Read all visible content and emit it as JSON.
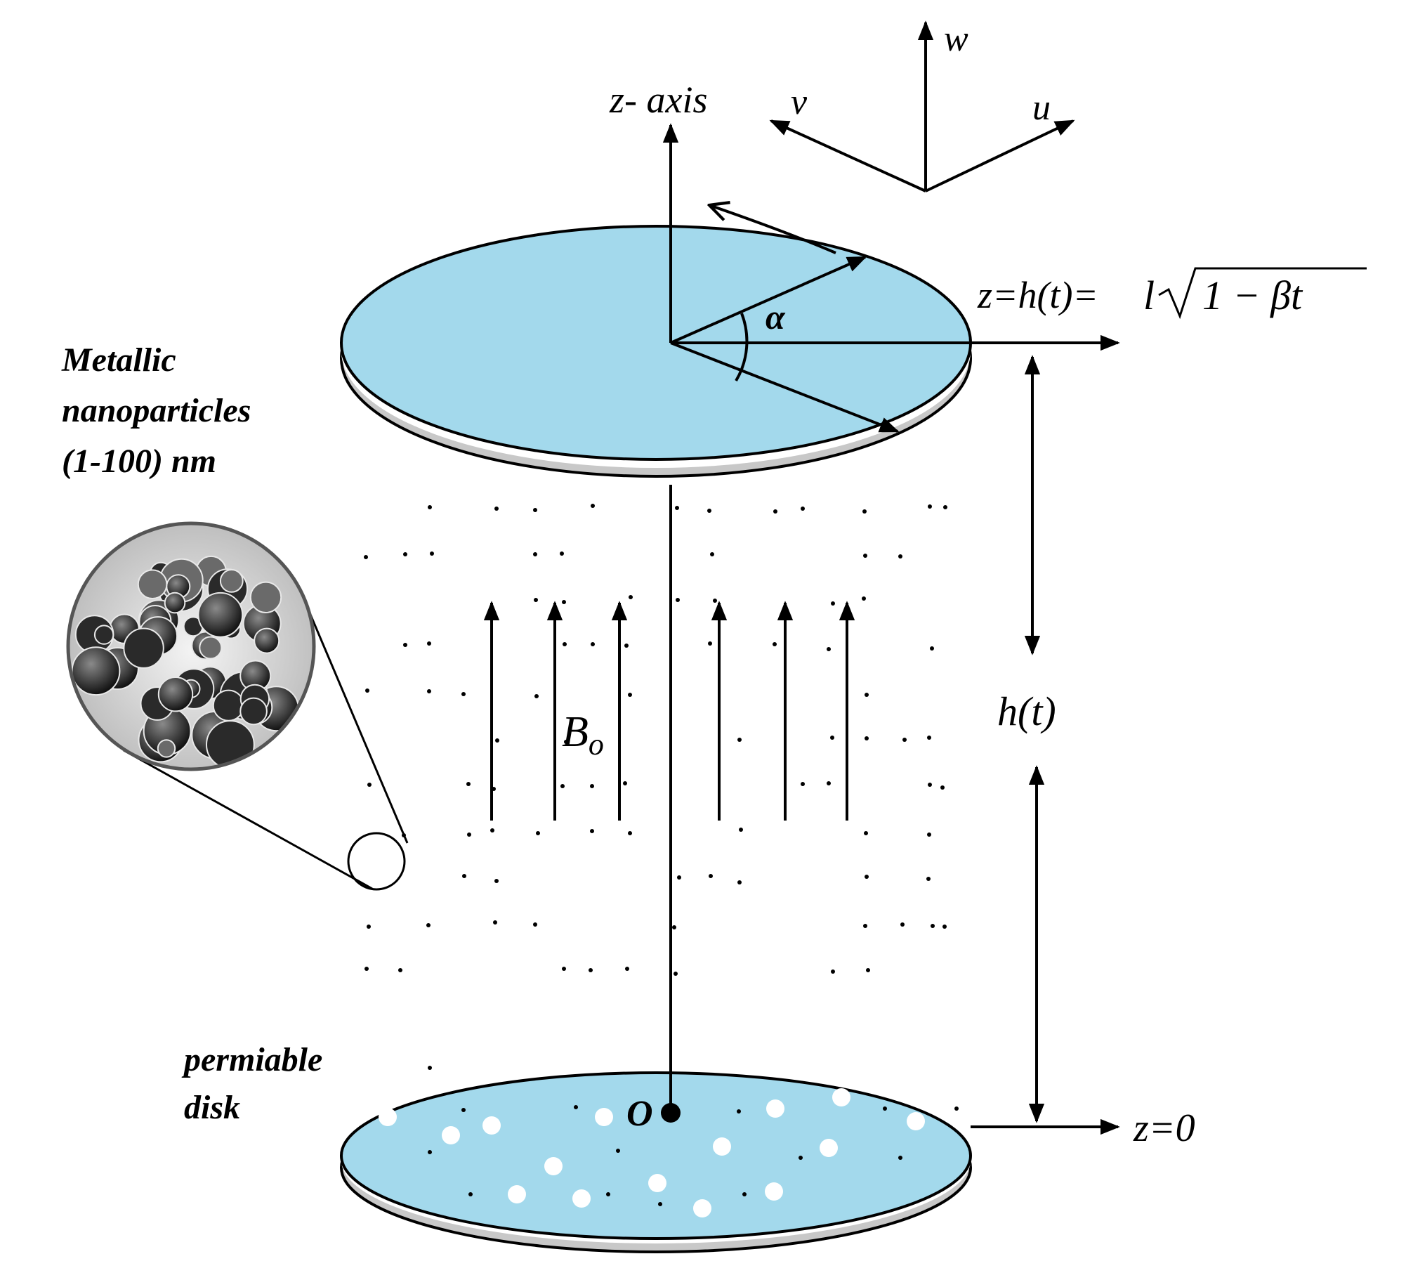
{
  "diagram": {
    "labels": {
      "z_axis": "z- axis",
      "w": "w",
      "v": "v",
      "u": "u",
      "alpha": "α",
      "z_top_prefix": "z=h(t)=",
      "z_top_l": "l",
      "z_top_radicand": "1 − βt",
      "metallic_line1": "Metallic",
      "metallic_line2": "nanoparticles",
      "metallic_line3": "(1-100) nm",
      "b0": "B",
      "b0_sub": "o",
      "h_t": "h(t)",
      "permiable_line1": "permiable",
      "permiable_line2": "disk",
      "origin": "O",
      "z_zero": "z=0"
    },
    "colors": {
      "disk_fill": "#a3d9ec",
      "disk_rim": "#c8c8c8",
      "ink": "#000000"
    },
    "icons": {
      "nanoparticle_inset": "nanoparticle-micrograph-icon"
    }
  }
}
